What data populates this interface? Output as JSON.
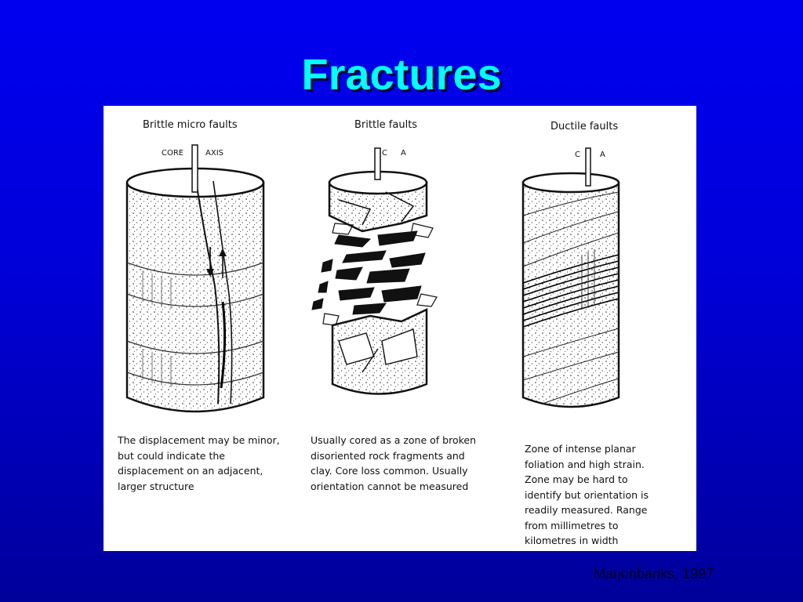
{
  "slide": {
    "title": "Fractures",
    "citation": "Marjoribanks, 1997"
  },
  "columns": [
    {
      "title": "Brittle micro faults",
      "axis_left": "CORE",
      "axis_right": "AXIS",
      "caption": "The displacement may be minor,\nbut could indicate the\ndisplacement on an adjacent,\nlarger structure"
    },
    {
      "title": "Brittle faults",
      "axis_left": "C",
      "axis_right": "A",
      "caption": "Usually cored as a zone of broken\ndisoriented rock fragments and\nclay. Core loss common. Usually\norientation cannot be measured"
    },
    {
      "title": "Ductile faults",
      "axis_left": "C",
      "axis_right": "A",
      "caption": "Zone of intense planar\nfoliation and high strain.\nZone may be hard to\nidentify but orientation is\nreadily measured. Range\nfrom millimetres to\nkilometres in width"
    }
  ]
}
